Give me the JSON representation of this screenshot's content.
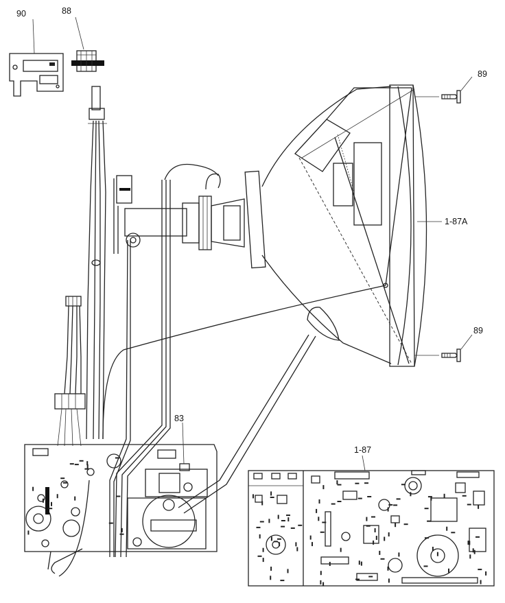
{
  "labels": {
    "bracket": "90",
    "yoke_magnet": "88",
    "screw_top": "89",
    "screw_bottom": "89",
    "crt_tube": "1-87A",
    "lead_board": "83",
    "main_pcb": "1-87"
  }
}
